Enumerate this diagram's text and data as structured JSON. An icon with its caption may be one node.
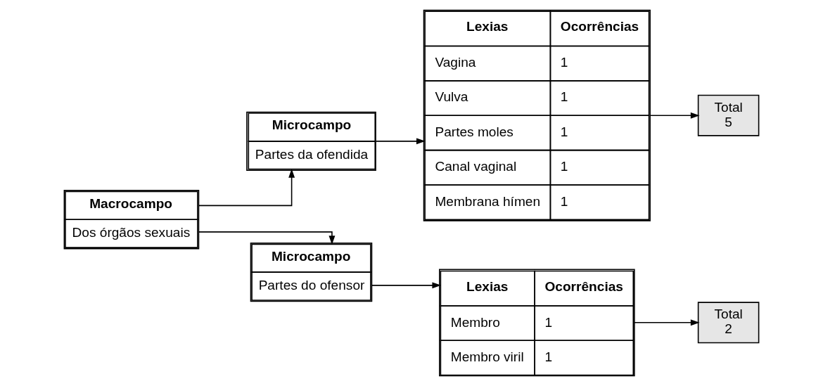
{
  "diagram": {
    "nodes": [
      {
        "text": [
          "Macrocampo",
          "Dos órgãos sexuais"
        ]
      },
      {
        "text": [
          "Microcampo",
          "Partes da ofendida"
        ]
      },
      {
        "text": [
          "Lexias",
          "Ocorrências",
          "Vagina",
          "1",
          "Vulva",
          "1",
          "Partes moles",
          "1",
          "Canal vaginal",
          "1",
          "Membrana hímen",
          "1"
        ]
      },
      {
        "text": [
          "Total",
          "5"
        ]
      },
      {
        "text": [
          "Microcampo",
          "Partes do ofensor"
        ]
      },
      {
        "text": [
          "Lexias",
          "Ocorrências",
          "Membro",
          "1",
          "Membro viril",
          "1"
        ]
      },
      {
        "text": [
          "Total",
          "2"
        ]
      }
    ],
    "edges": [
      {
        "from": 0,
        "to": 1,
        "arrow": "to"
      },
      {
        "from": 0,
        "to": 4,
        "arrow": "to"
      },
      {
        "from": 1,
        "to": 2,
        "arrow": "to"
      },
      {
        "from": 2,
        "to": 3,
        "arrow": "to"
      },
      {
        "from": 4,
        "to": 5,
        "arrow": "to"
      },
      {
        "from": 5,
        "to": 6,
        "arrow": "to"
      }
    ]
  }
}
